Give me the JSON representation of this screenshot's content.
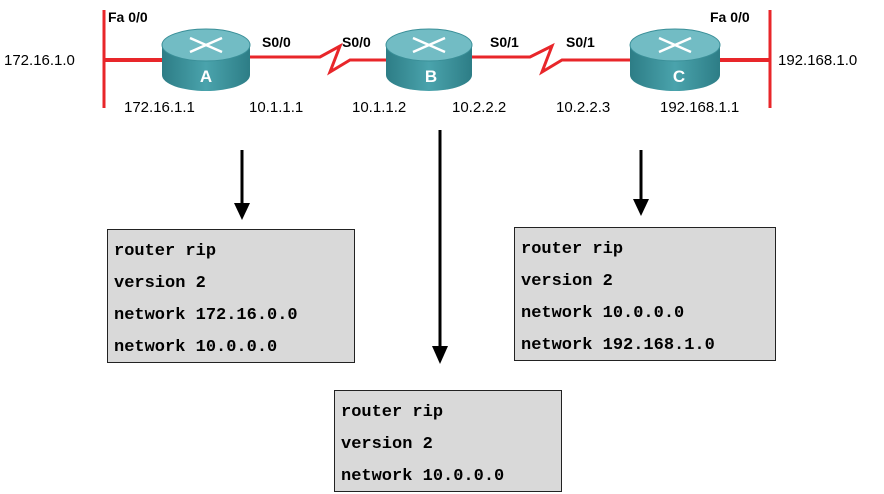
{
  "networks": {
    "left_lan": "172.16.1.0",
    "right_lan": "192.168.1.0"
  },
  "routers": [
    {
      "name": "A"
    },
    {
      "name": "B"
    },
    {
      "name": "C"
    }
  ],
  "interfaces": {
    "a_fa": "Fa 0/0",
    "a_s00": "S0/0",
    "b_s00": "S0/0",
    "b_s01": "S0/1",
    "c_s01": "S0/1",
    "c_fa": "Fa 0/0"
  },
  "addresses": {
    "a_fa": "172.16.1.1",
    "a_s00": "10.1.1.1",
    "b_s00": "10.1.1.2",
    "b_s01": "10.2.2.2",
    "c_s01": "10.2.2.3",
    "c_fa": "192.168.1.1"
  },
  "configs": {
    "A": [
      "router rip",
      "version 2",
      "network 172.16.0.0",
      "network 10.0.0.0"
    ],
    "B": [
      "router rip",
      "version 2",
      "network 10.0.0.0"
    ],
    "C": [
      "router rip",
      "version 2",
      "network 10.0.0.0",
      "network 192.168.1.0"
    ]
  },
  "colors": {
    "link": "#e8262a",
    "router_body": "#3a8f98",
    "router_top": "#69b7bf",
    "config_bg": "#d9d9d9"
  }
}
